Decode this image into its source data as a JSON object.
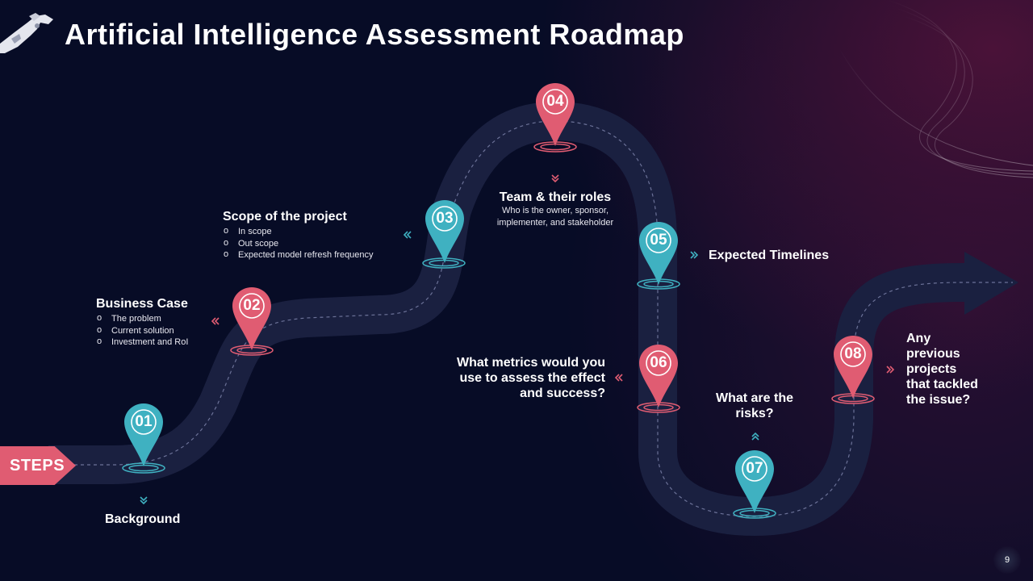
{
  "title": "Artificial Intelligence Assessment Roadmap",
  "steps_label": "STEPS",
  "page_number": "9",
  "colors": {
    "pink": "#e05c72",
    "teal": "#3fb1c1",
    "background": "#070c26",
    "road": "#1a2040"
  },
  "steps": [
    {
      "number": "01",
      "heading": "Background",
      "color": "teal"
    },
    {
      "number": "02",
      "heading": "Business Case",
      "color": "pink",
      "bullets": [
        "The problem",
        "Current solution",
        "Investment and RoI"
      ]
    },
    {
      "number": "03",
      "heading": "Scope of the project",
      "color": "teal",
      "bullets": [
        "In scope",
        "Out scope",
        "Expected model refresh frequency"
      ]
    },
    {
      "number": "04",
      "heading": "Team & their roles",
      "color": "pink",
      "description_lines": [
        "Who is the owner, sponsor,",
        "implementer, and stakeholder"
      ]
    },
    {
      "number": "05",
      "heading": "Expected Timelines",
      "color": "teal"
    },
    {
      "number": "06",
      "heading_lines": [
        "What metrics would you",
        "use to assess the effect",
        "and success?"
      ],
      "color": "pink"
    },
    {
      "number": "07",
      "heading_lines": [
        "What are the",
        "risks?"
      ],
      "color": "teal"
    },
    {
      "number": "08",
      "heading_lines": [
        "Any",
        "previous",
        "projects",
        "that tackled",
        "the issue?"
      ],
      "color": "pink"
    }
  ]
}
